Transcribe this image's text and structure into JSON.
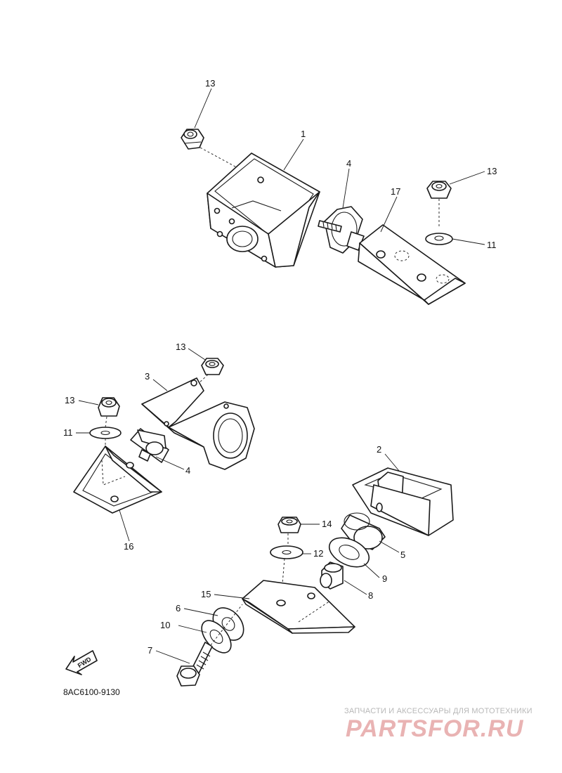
{
  "callouts": {
    "c1": "1",
    "c4a": "4",
    "c17": "17",
    "c13a": "13",
    "c13b": "13",
    "c11a": "11",
    "c13c": "13",
    "c3": "3",
    "c13d": "13",
    "c11b": "11",
    "c4b": "4",
    "c16": "16",
    "c2": "2",
    "c14": "14",
    "c5": "5",
    "c12": "12",
    "c9": "9",
    "c8": "8",
    "c15": "15",
    "c6": "6",
    "c10": "10",
    "c7": "7"
  },
  "diagram_code": "8AC6100-9130",
  "fwd_label": "FWD",
  "watermark": {
    "tagline": "ЗАПЧАСТИ И АКСЕССУАРЫ ДЛЯ МОТОТЕХНИКИ",
    "logo": "PARTSFOR.RU"
  }
}
